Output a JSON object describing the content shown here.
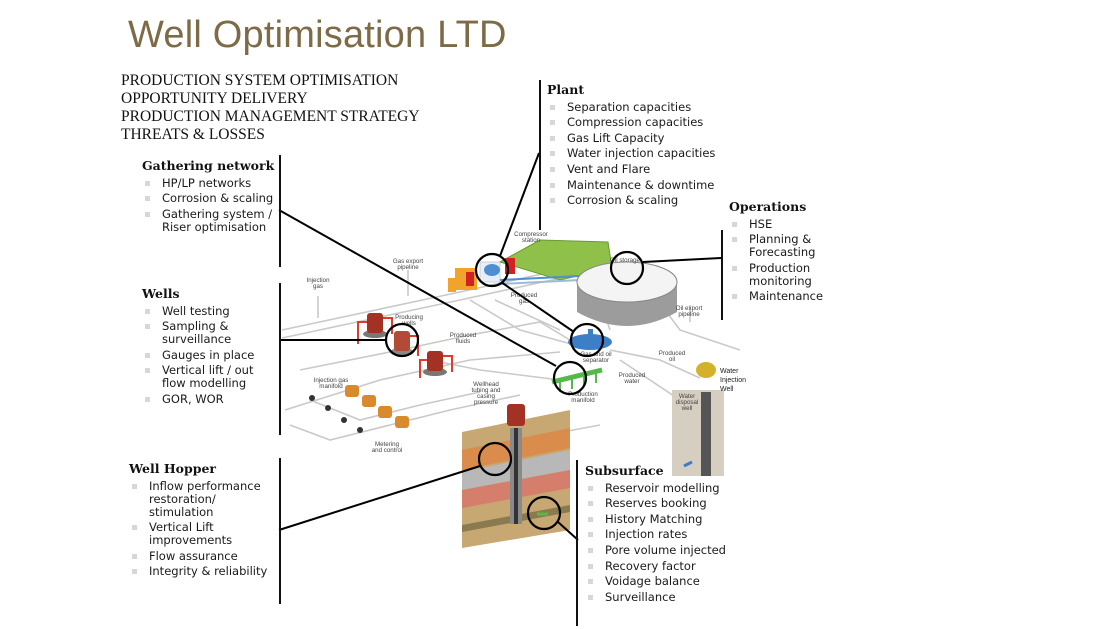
{
  "title": "Well Optimisation LTD",
  "colors": {
    "title": "#7d6b47",
    "bullet": "#d7d7d7",
    "connector": "#111111"
  },
  "themes": [
    "PRODUCTION SYSTEM OPTIMISATION",
    "OPPORTUNITY DELIVERY",
    "PRODUCTION MANAGEMENT STRATEGY",
    "THREATS & LOSSES"
  ],
  "sections": {
    "gathering": {
      "heading": "Gathering network",
      "items": [
        "HP/LP networks",
        "Corrosion & scaling",
        "Gathering system / Riser optimisation"
      ]
    },
    "wells": {
      "heading": "Wells",
      "items": [
        "Well testing",
        "Sampling & surveillance",
        "Gauges in place",
        "Vertical lift / out flow modelling",
        "GOR, WOR"
      ]
    },
    "hopper": {
      "heading": "Well Hopper",
      "items": [
        "Inflow performance restoration/ stimulation",
        "Vertical Lift improvements",
        "Flow assurance",
        "Integrity & reliability"
      ]
    },
    "plant": {
      "heading": "Plant",
      "items": [
        "Separation capacities",
        "Compression capacities",
        "Gas Lift Capacity",
        "Water injection capacities",
        "Vent and Flare",
        "Maintenance & downtime",
        "Corrosion & scaling"
      ]
    },
    "operations": {
      "heading": "Operations",
      "items": [
        "HSE",
        "Planning & Forecasting",
        "Production monitoring",
        "Maintenance"
      ]
    },
    "subsurface": {
      "heading": "Subsurface",
      "items": [
        "Reservoir modelling",
        "Reserves booking",
        "History Matching",
        "Injection rates",
        "Pore volume injected",
        "Recovery factor",
        "Voidage balance",
        "Surveillance"
      ]
    }
  },
  "diagram_labels": {
    "compressor": [
      "Compressor",
      "station"
    ],
    "gas_export": [
      "Gas export",
      "pipeline"
    ],
    "injection_gas": [
      "Injection",
      "gas"
    ],
    "producing_wells": [
      "Producing",
      "wells"
    ],
    "produced_gas": [
      "Produced",
      "gas"
    ],
    "produced_fluids": [
      "Produced",
      "fluids"
    ],
    "oil_storage": [
      "Oil storage"
    ],
    "oil_export": [
      "Oil export",
      "pipeline"
    ],
    "separator": [
      "Gas and oil",
      "separator"
    ],
    "produced_oil": [
      "Produced",
      "oil"
    ],
    "produced_water": [
      "Produced",
      "water"
    ],
    "production_manifold": [
      "Production",
      "manifold"
    ],
    "injection_manifold": [
      "Injection gas",
      "manifold"
    ],
    "wellhead": [
      "Wellhead",
      "tubing and",
      "casing",
      "pressure"
    ],
    "metering": [
      "Metering",
      "and control"
    ],
    "water_disposal": [
      "Water",
      "disposal",
      "well"
    ],
    "water_injection": [
      "Water",
      "Injection",
      "Well"
    ]
  }
}
